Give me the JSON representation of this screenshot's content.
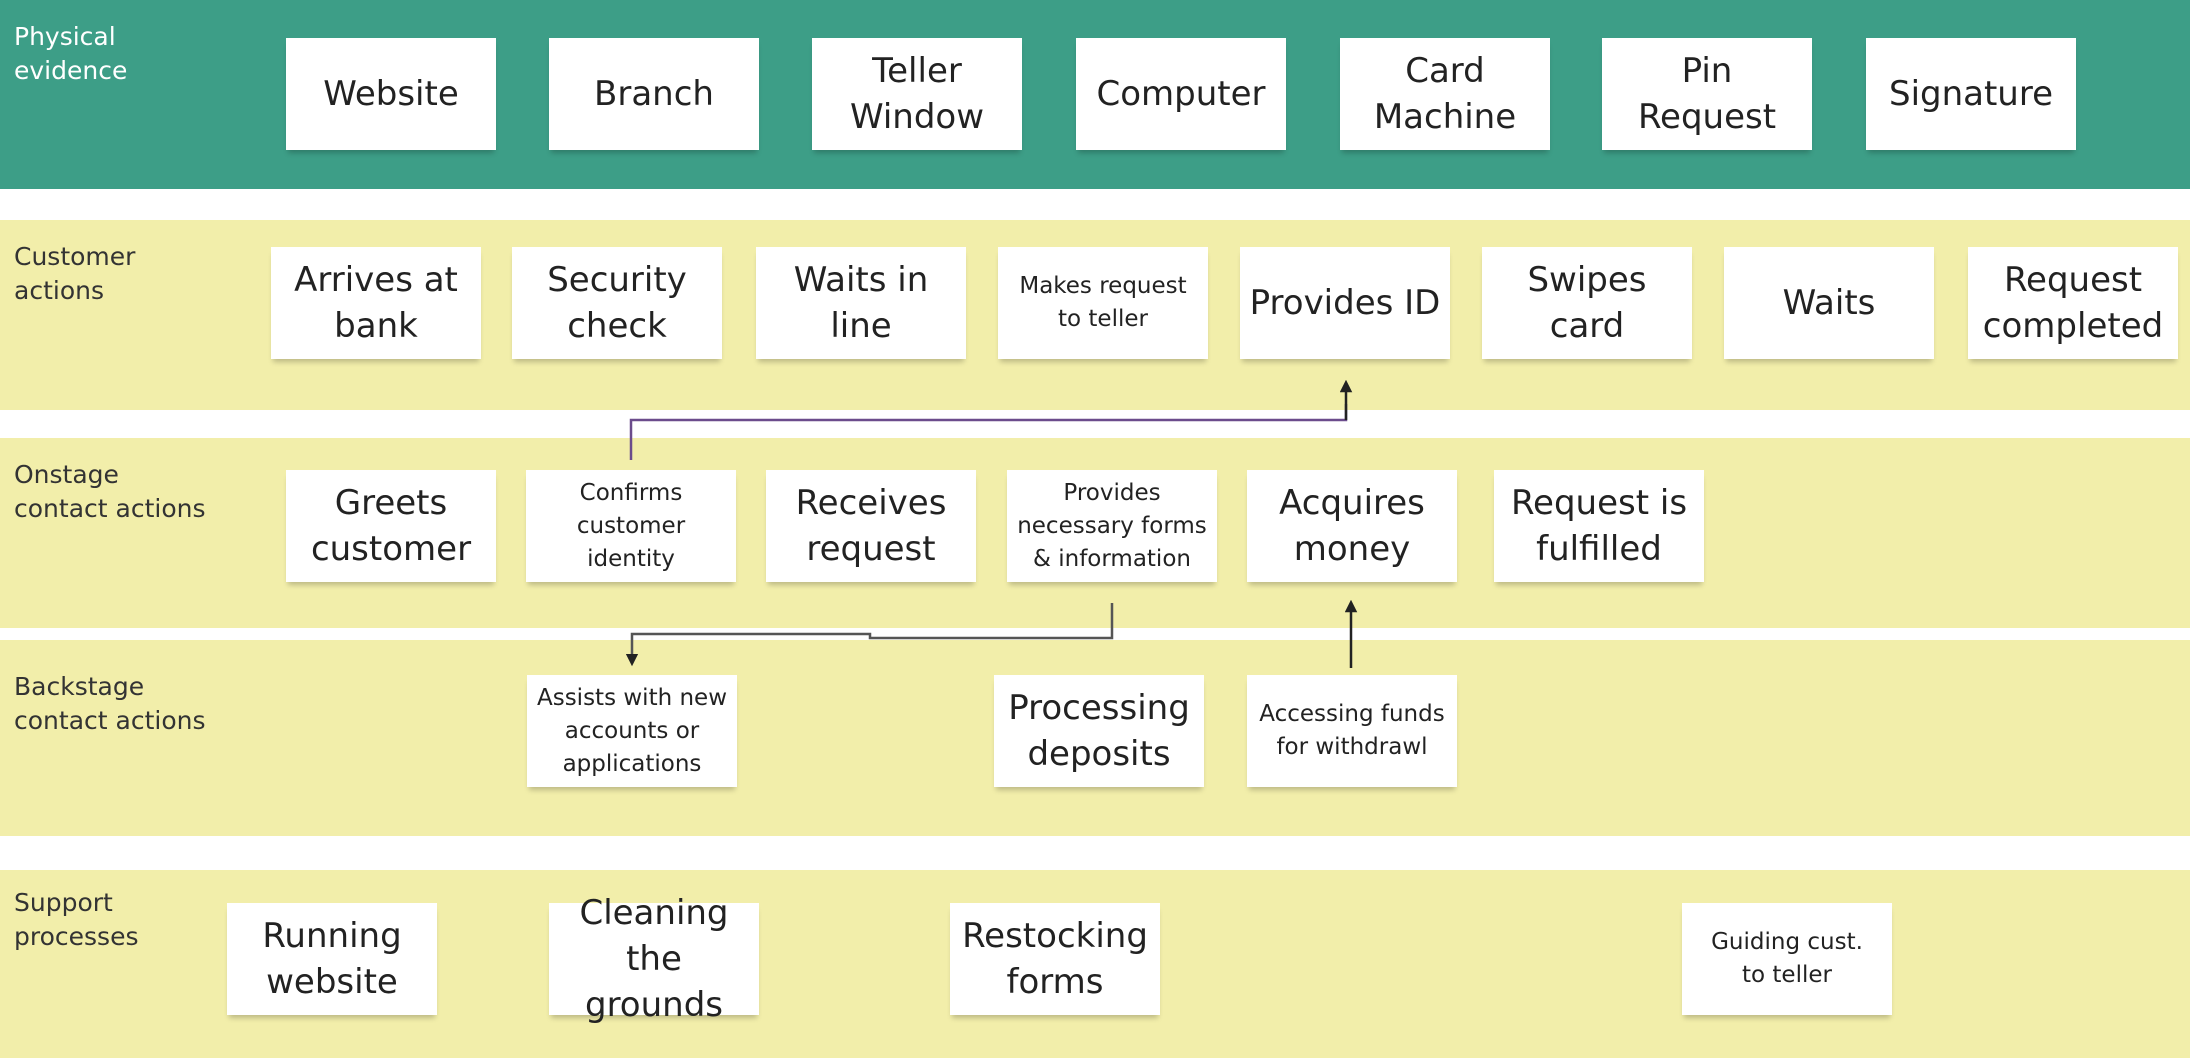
{
  "colors": {
    "physical_band": "#3d9e87",
    "lane_band": "#f2eeaa",
    "note": "#ffffff",
    "text": "#222222",
    "connector_purple": "#6b4c8c",
    "connector_gray": "#555555",
    "connector_black": "#222222"
  },
  "lanes": {
    "physical": {
      "label": "Physical\nevidence",
      "notes": [
        "Website",
        "Branch",
        "Teller\nWindow",
        "Computer",
        "Card\nMachine",
        "Pin\nRequest",
        "Signature"
      ]
    },
    "customer": {
      "label": "Customer\nactions",
      "notes": [
        "Arrives at\nbank",
        "Security\ncheck",
        "Waits in\nline",
        "Makes request\nto teller",
        "Provides ID",
        "Swipes\ncard",
        "Waits",
        "Request\ncompleted"
      ]
    },
    "onstage": {
      "label": "Onstage\ncontact actions",
      "notes": [
        "Greets\ncustomer",
        "Confirms\ncustomer\nidentity",
        "Receives\nrequest",
        "Provides\nnecessary forms\n& information",
        "Acquires\nmoney",
        "Request is\nfulfilled"
      ]
    },
    "backstage": {
      "label": "Backstage\ncontact actions",
      "notes": [
        "Assists with new\naccounts or\napplications",
        "Processing\ndeposits",
        "Accessing funds\nfor withdrawl"
      ]
    },
    "support": {
      "label": "Support\nprocesses",
      "notes": [
        "Running\nwebsite",
        "Cleaning\nthe grounds",
        "Restocking\nforms",
        "Guiding cust.\nto teller"
      ]
    }
  }
}
